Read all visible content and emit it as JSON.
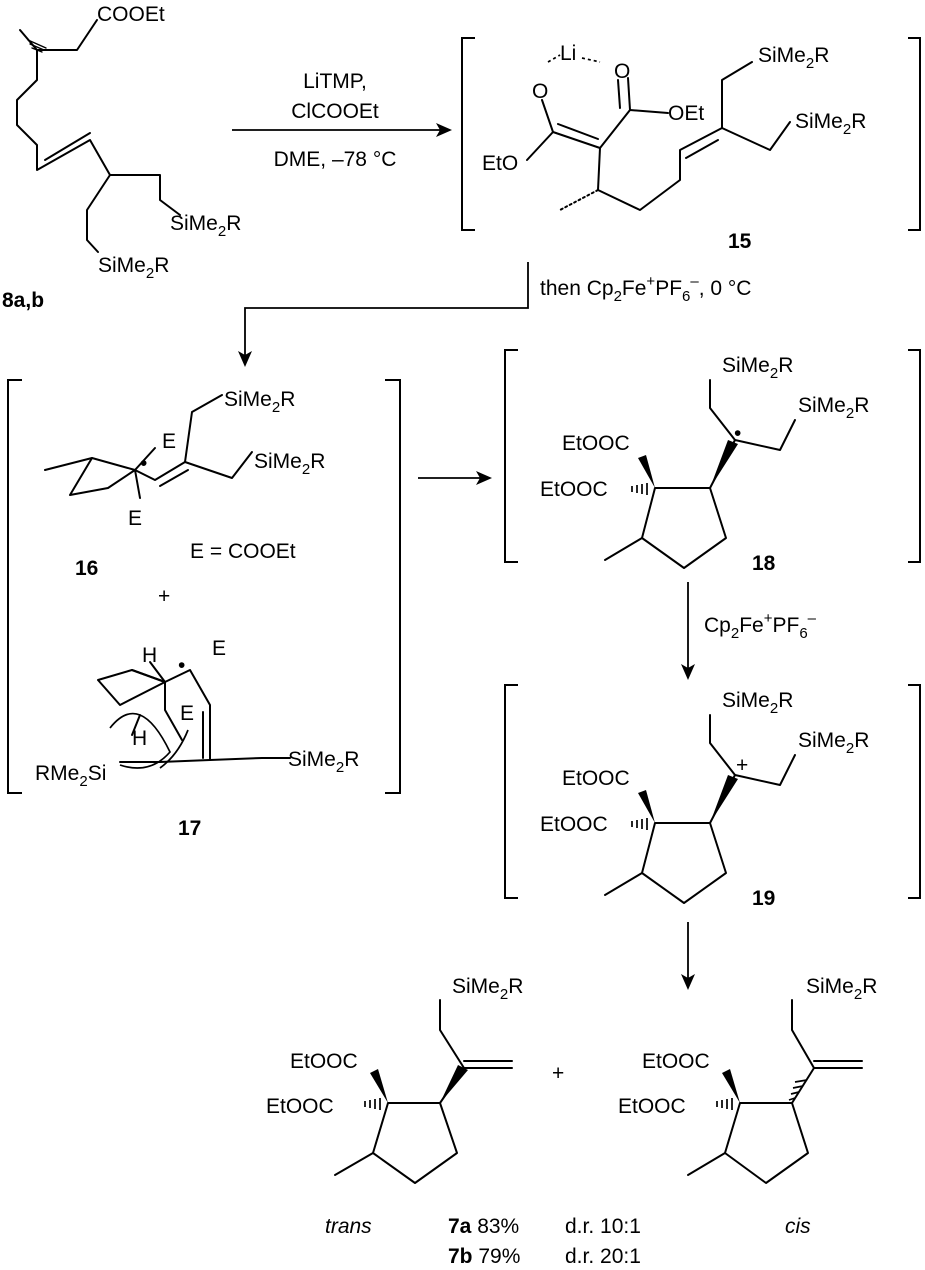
{
  "groups": {
    "ester": "COOEt",
    "etooc": "EtOOC",
    "oet": "OEt",
    "eto": "EtO",
    "si_main": "SiMe",
    "si_sub": "2",
    "si_tail": "R",
    "rme": "RMe",
    "si_only": "Si",
    "li": "Li",
    "o": "O",
    "e": "E",
    "h": "H",
    "plus": "+",
    "radical": "•"
  },
  "compounds": {
    "c8": "8a,b",
    "c15": "15",
    "c16": "16",
    "c17": "17",
    "c18": "18",
    "c19": "19"
  },
  "step1": {
    "line1": "LiTMP,",
    "line2": "ClCOOEt",
    "line3": "DME, –78 °C"
  },
  "step2": {
    "prefix": "then Cp",
    "s1": "2",
    "fe": "Fe",
    "sup": "+",
    "pf": "PF",
    "s2": "6",
    "sup2": "–",
    "suffix": ", 0 °C"
  },
  "step3": {
    "cp": "Cp",
    "s1": "2",
    "fe": "Fe",
    "sup": "+",
    "pf": "PF",
    "s2": "6",
    "sup2": "–"
  },
  "definition": "E = COOEt",
  "plus_sign": "+",
  "products": {
    "trans": "trans",
    "cis": "cis",
    "r1_name": "7a",
    "r1_yield": "83%",
    "r1_dr": "d.r. 10:1",
    "r2_name": "7b",
    "r2_yield": "79%",
    "r2_dr": "d.r. 20:1"
  }
}
